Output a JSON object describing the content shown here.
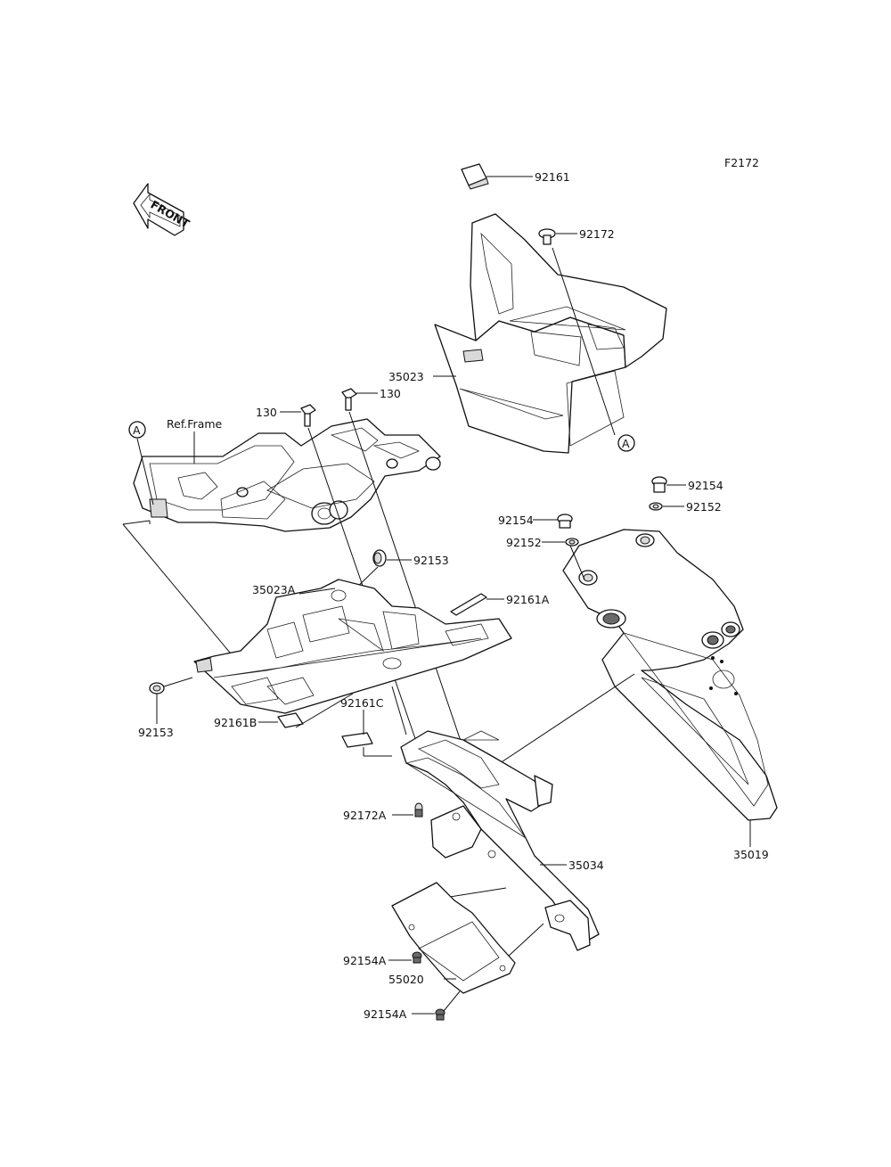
{
  "figure_code": "F2172",
  "front_arrow_text": "FRONT",
  "reference_label": "Ref.Frame",
  "callout_a": "A",
  "labels": {
    "p92161": "92161",
    "p92172": "92172",
    "p35023": "35023",
    "p130_right": "130",
    "p130_left": "130",
    "p92154_right": "92154",
    "p92152_right": "92152",
    "p92154_mid": "92154",
    "p92152_mid": "92152",
    "p92153_upper": "92153",
    "p35023A": "35023A",
    "p92161A": "92161A",
    "p92153_lower": "92153",
    "p92161B": "92161B",
    "p92161C": "92161C",
    "p92172A": "92172A",
    "p35019": "35019",
    "p35034": "35034",
    "p92154A_upper": "92154A",
    "p55020": "55020",
    "p92154A_lower": "92154A"
  }
}
